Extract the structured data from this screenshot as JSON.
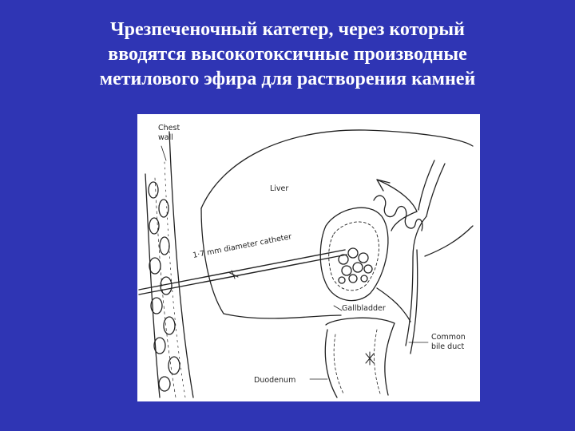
{
  "slide": {
    "title_lines": [
      "Чрезпеченочный катетер, через который",
      "вводятся высокотоксичные производные",
      "метилового эфира для растворения камней"
    ]
  },
  "figure": {
    "labels": {
      "chest": "Chest",
      "wall": "wall",
      "liver": "Liver",
      "catheter": "1·7 mm diameter catheter",
      "gallbladder": "Gallbladder",
      "common": "Common",
      "bile_duct": "bile duct",
      "duodenum": "Duodenum"
    }
  },
  "colors": {
    "background": "#2f35b4",
    "title_text": "#ffffff",
    "figure_bg": "#ffffff",
    "ink": "#222222"
  }
}
